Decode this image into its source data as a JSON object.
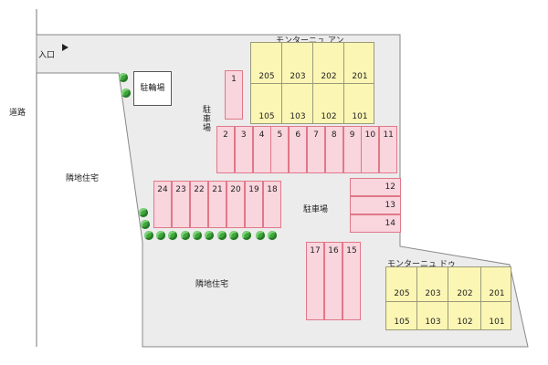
{
  "labels": {
    "entrance": "入口",
    "road": "道路",
    "bicycle_parking": "駐輪場",
    "parking_vertical": "駐\n車\n場",
    "parking_center": "駐車場",
    "neighbor_left": "隣地住宅",
    "neighbor_bottom": "隣地住宅"
  },
  "building_a": {
    "name": "モンターニュ アン",
    "upper_units": [
      "205",
      "203",
      "202",
      "201"
    ],
    "lower_units": [
      "105",
      "103",
      "102",
      "101"
    ]
  },
  "building_b": {
    "name": "モンターニュ ドゥ",
    "upper_units": [
      "205",
      "203",
      "202",
      "201"
    ],
    "lower_units": [
      "105",
      "103",
      "102",
      "101"
    ]
  },
  "parking": {
    "slot_1": "1",
    "row_top": [
      "2",
      "3",
      "4",
      "5",
      "6",
      "7",
      "8",
      "9",
      "10",
      "11"
    ],
    "row_right": [
      "12",
      "13",
      "14"
    ],
    "row_left": [
      "24",
      "23",
      "22",
      "21",
      "20",
      "19",
      "18"
    ],
    "row_bottom": [
      "17",
      "16",
      "15"
    ]
  },
  "colors": {
    "site": "#ececec",
    "parking_fill": "#f9d5dd",
    "parking_border": "#e07889",
    "building_fill": "#fbf6b4",
    "tree": "#3ea83a"
  }
}
